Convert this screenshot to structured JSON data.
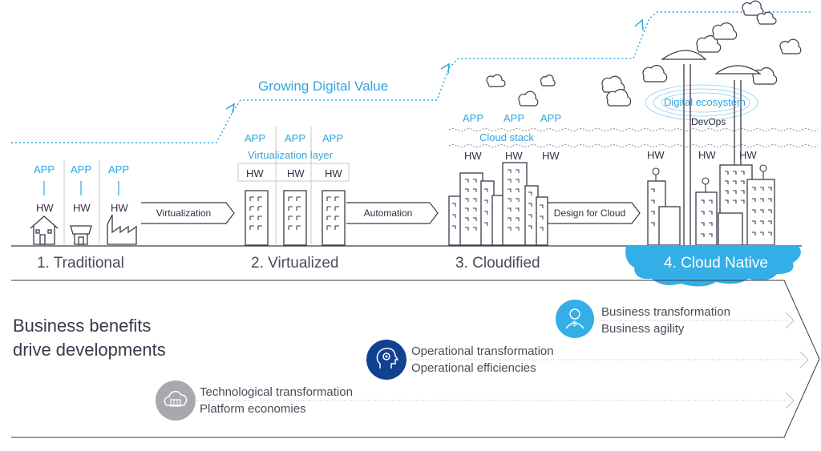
{
  "header": {
    "growing_label": "Growing Digital Value"
  },
  "stages": {
    "traditional": {
      "label": "1. Traditional",
      "apps": [
        "APP",
        "APP",
        "APP"
      ],
      "hws": [
        "HW",
        "HW",
        "HW"
      ]
    },
    "virtualized": {
      "label": "2. Virtualized",
      "apps": [
        "APP",
        "APP",
        "APP"
      ],
      "layer": "Virtualization layer",
      "hws": [
        "HW",
        "HW",
        "HW"
      ]
    },
    "cloudified": {
      "label": "3. Cloudified",
      "apps": [
        "APP",
        "APP",
        "APP"
      ],
      "stack": "Cloud stack",
      "hws": [
        "HW",
        "HW",
        "HW"
      ]
    },
    "cloud_native": {
      "label": "4. Cloud Native",
      "ecosystem": "Digital ecosystem",
      "devops": "DevOps",
      "hws": [
        "HW",
        "HW",
        "HW"
      ]
    }
  },
  "transitions": {
    "t1": "Virtualization",
    "t2": "Automation",
    "t3": "Design for Cloud"
  },
  "benefits": {
    "title_line1": "Business benefits",
    "title_line2": "drive developments",
    "business": {
      "line1": "Business transformation",
      "line2": "Business agility",
      "color": "#34aee6",
      "icon": "person-dollar-icon"
    },
    "operational": {
      "line1": "Operational transformation",
      "line2": "Operational efficiencies",
      "color": "#124191",
      "icon": "head-gear-icon"
    },
    "technological": {
      "line1": "Technological transformation",
      "line2": "Platform economies",
      "color": "#a8a8ae",
      "icon": "cloud-server-icon"
    }
  }
}
